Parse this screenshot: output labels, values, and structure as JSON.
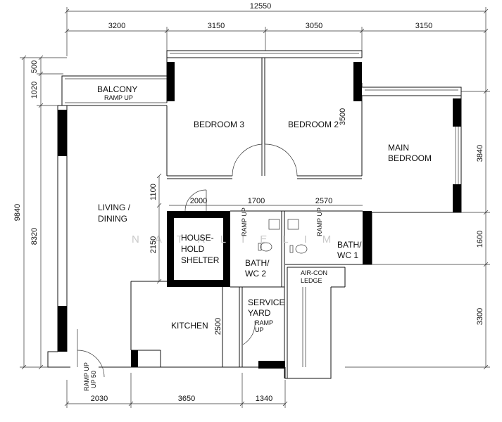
{
  "dimensions": {
    "top_total": "12550",
    "top_segments": [
      "3200",
      "3150",
      "3050",
      "3150"
    ],
    "bottom_segments": [
      "2030",
      "3650",
      "1340"
    ],
    "left_total": "9840",
    "left_main": "8320",
    "left_small_a": "1020",
    "left_small_b": "500",
    "right_segments": [
      "3840",
      "1600",
      "3300"
    ],
    "interior": {
      "d1100": "1100",
      "d2000": "2000",
      "d1700": "1700",
      "d2570": "2570",
      "d2150": "2150",
      "d3500": "3500",
      "d2500": "2500"
    }
  },
  "rooms": {
    "balcony": "BALCONY",
    "bedroom3": "BEDROOM 3",
    "bedroom2": "BEDROOM 2",
    "main_bedroom_l1": "MAIN",
    "main_bedroom_l2": "BEDROOM",
    "living_l1": "LIVING /",
    "living_l2": "DINING",
    "shelter_l1": "HOUSE-",
    "shelter_l2": "HOLD",
    "shelter_l3": "SHELTER",
    "bath2_l1": "BATH/",
    "bath2_l2": "WC 2",
    "bath1_l1": "BATH/",
    "bath1_l2": "WC 1",
    "aircon_l1": "AIR-CON",
    "aircon_l2": "LEDGE",
    "service_l1": "SERVICE",
    "service_l2": "YARD",
    "kitchen": "KITCHEN"
  },
  "labels": {
    "ramp_up": "RAMP UP",
    "ramp": "RAMP",
    "up": "UP",
    "up50": "UP  50"
  },
  "watermark": "NATALIELIM"
}
